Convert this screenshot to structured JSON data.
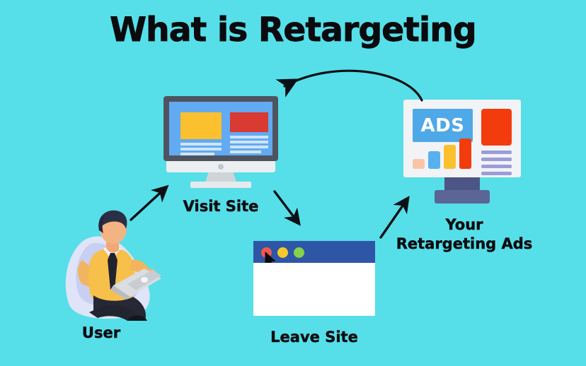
{
  "page": {
    "title": "What is Retargeting",
    "background_color": "#56dfe8",
    "text_color": "#0d0d12"
  },
  "nodes": {
    "user": {
      "label": "User",
      "icon": "person-with-laptop-illustration",
      "colors": {
        "beanbag": "#d7dcf5",
        "shirt": "#f7c04a",
        "tie": "#1f2233",
        "pants": "#22242f",
        "skin": "#f0a878",
        "hair": "#2b2f45",
        "laptop": "#c9ccd1"
      }
    },
    "visit_site": {
      "label": "Visit Site",
      "icon": "desktop-monitor-icon",
      "colors": {
        "bezel": "#4e545f",
        "screen": "#62aaf2",
        "block_yellow": "#fbc02d",
        "block_red": "#d93a31",
        "text_lines": "#cfe5fb",
        "stand": "#cfd4d8"
      }
    },
    "leave_site": {
      "label": "Leave Site",
      "icon": "browser-window-icon",
      "titlebar_color": "#2f55a7",
      "body_color": "#ffffff",
      "window_buttons": [
        {
          "name": "close-dot",
          "color": "#f2574f"
        },
        {
          "name": "minimize-dot",
          "color": "#f5ca2a"
        },
        {
          "name": "maximize-dot",
          "color": "#85d14a"
        }
      ],
      "cursor": "arrow-cursor"
    },
    "retargeting_ads": {
      "label": "Your\nRetargeting Ads",
      "icon": "ads-monitor-icon",
      "banner_text": "ADS",
      "colors": {
        "frame": "#f2f3f7",
        "banner": "#4fa8e8",
        "banner_text": "#ffffff",
        "red_block": "#f23c0d",
        "lines": "#9c9cd6",
        "stand_neck": "#4c5584",
        "stand_base": "#5b6596"
      },
      "bars": [
        {
          "name": "bar-1",
          "color": "#fbc4a8",
          "height_pct": 30
        },
        {
          "name": "bar-2",
          "color": "#58b0ef",
          "height_pct": 53
        },
        {
          "name": "bar-3",
          "color": "#fbc02d",
          "height_pct": 72
        },
        {
          "name": "bar-4",
          "color": "#f23c0d",
          "height_pct": 92
        }
      ],
      "lines_count": 4
    }
  },
  "arrows": [
    {
      "name": "arrow-user-to-visit-site",
      "from": "User",
      "to": "Visit Site",
      "direction": "up-right",
      "style": "straight"
    },
    {
      "name": "arrow-visit-site-to-leave-site",
      "from": "Visit Site",
      "to": "Leave Site",
      "direction": "down-right",
      "style": "straight"
    },
    {
      "name": "arrow-leave-site-to-ads",
      "from": "Leave Site",
      "to": "Your Retargeting Ads",
      "direction": "up-right",
      "style": "straight"
    },
    {
      "name": "arrow-ads-to-visit-site",
      "from": "Your Retargeting Ads",
      "to": "Visit Site",
      "direction": "left",
      "style": "curved"
    }
  ],
  "flow_order": [
    "User",
    "Visit Site",
    "Leave Site",
    "Your Retargeting Ads",
    "Visit Site"
  ]
}
